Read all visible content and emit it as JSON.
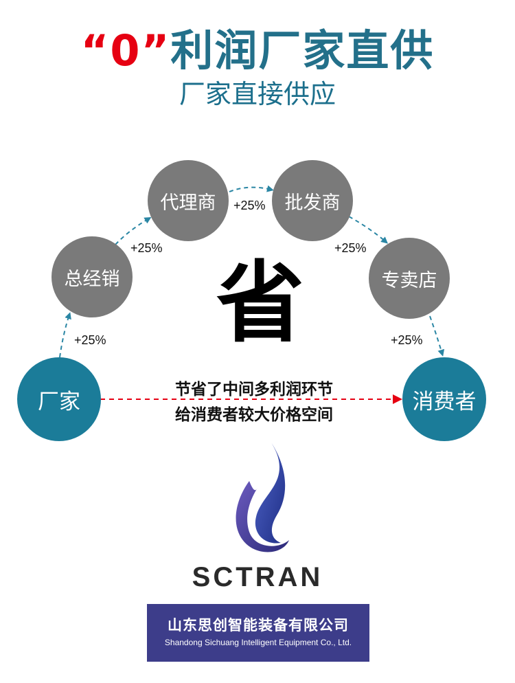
{
  "header": {
    "quote_open": "“",
    "zero": "0",
    "quote_close": "”",
    "title": "利润厂家直供",
    "subtitle": "厂家直接供应"
  },
  "chain": {
    "manufacturer": "厂家",
    "distributor": "总经销",
    "agent": "代理商",
    "wholesaler": "批发商",
    "store": "专卖店",
    "consumer": "消费者",
    "markups": [
      "+25%",
      "+25%",
      "+25%",
      "+25%",
      "+25%"
    ],
    "save_char": "省",
    "note_line1": "节省了中间多利润环节",
    "note_line2": "给消费者较大价格空间"
  },
  "brand": {
    "logo_icon": "flame-logo-icon",
    "name": "SCTRAN",
    "company_cn": "山东思创智能装备有限公司",
    "company_en": "Shandong Sichuang Intelligent Equipment Co., Ltd."
  },
  "colors": {
    "teal": "#1b7c99",
    "grey": "#7a7a7a",
    "red": "#e60012",
    "company_box": "#3d3d8a"
  }
}
